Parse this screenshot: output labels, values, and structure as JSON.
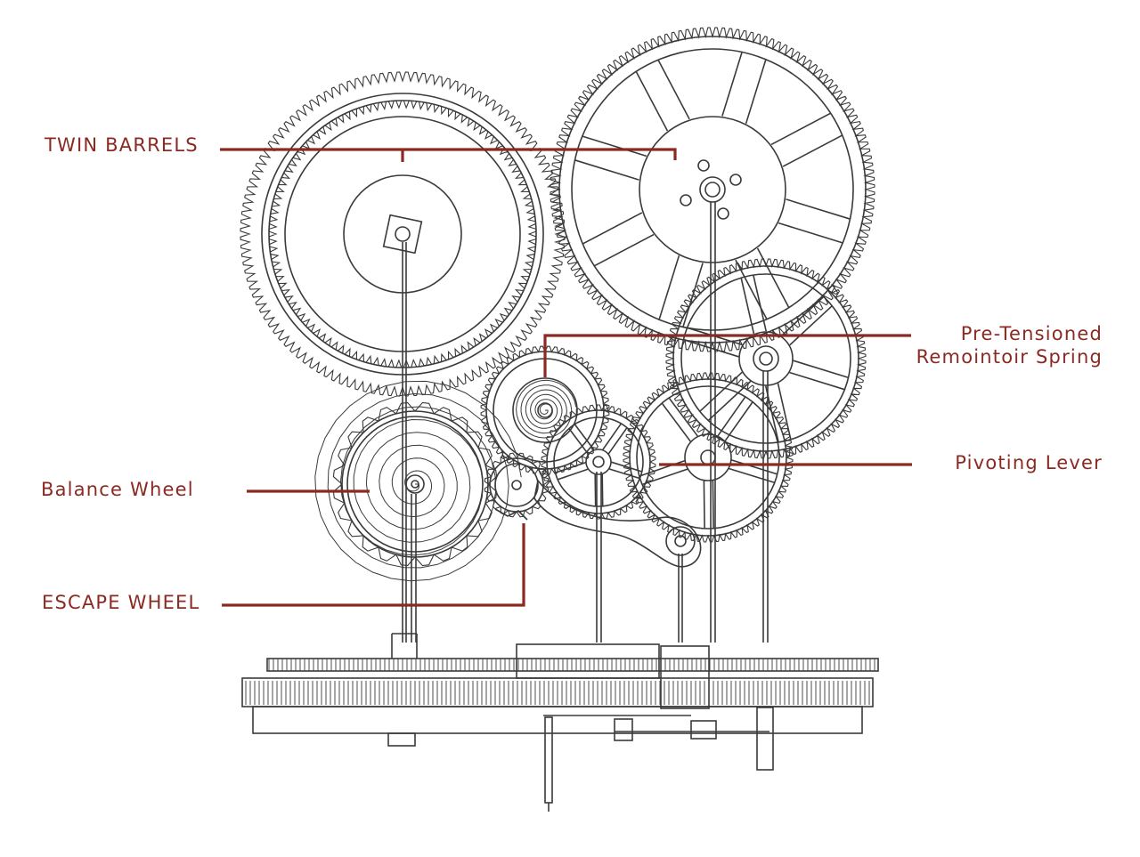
{
  "colors": {
    "line_art": "#3a3a3a",
    "callout": "#8a2a22",
    "background": "#ffffff"
  },
  "labels": {
    "twin_barrels": "TWIN BARRELS",
    "pre_tensioned": "Pre-Tensioned",
    "remontoir_spring": "Remointoir Spring",
    "balance_wheel": "Balance Wheel",
    "pivoting_lever": "Pivoting Lever",
    "escape_wheel": "ESCAPE WHEEL"
  }
}
